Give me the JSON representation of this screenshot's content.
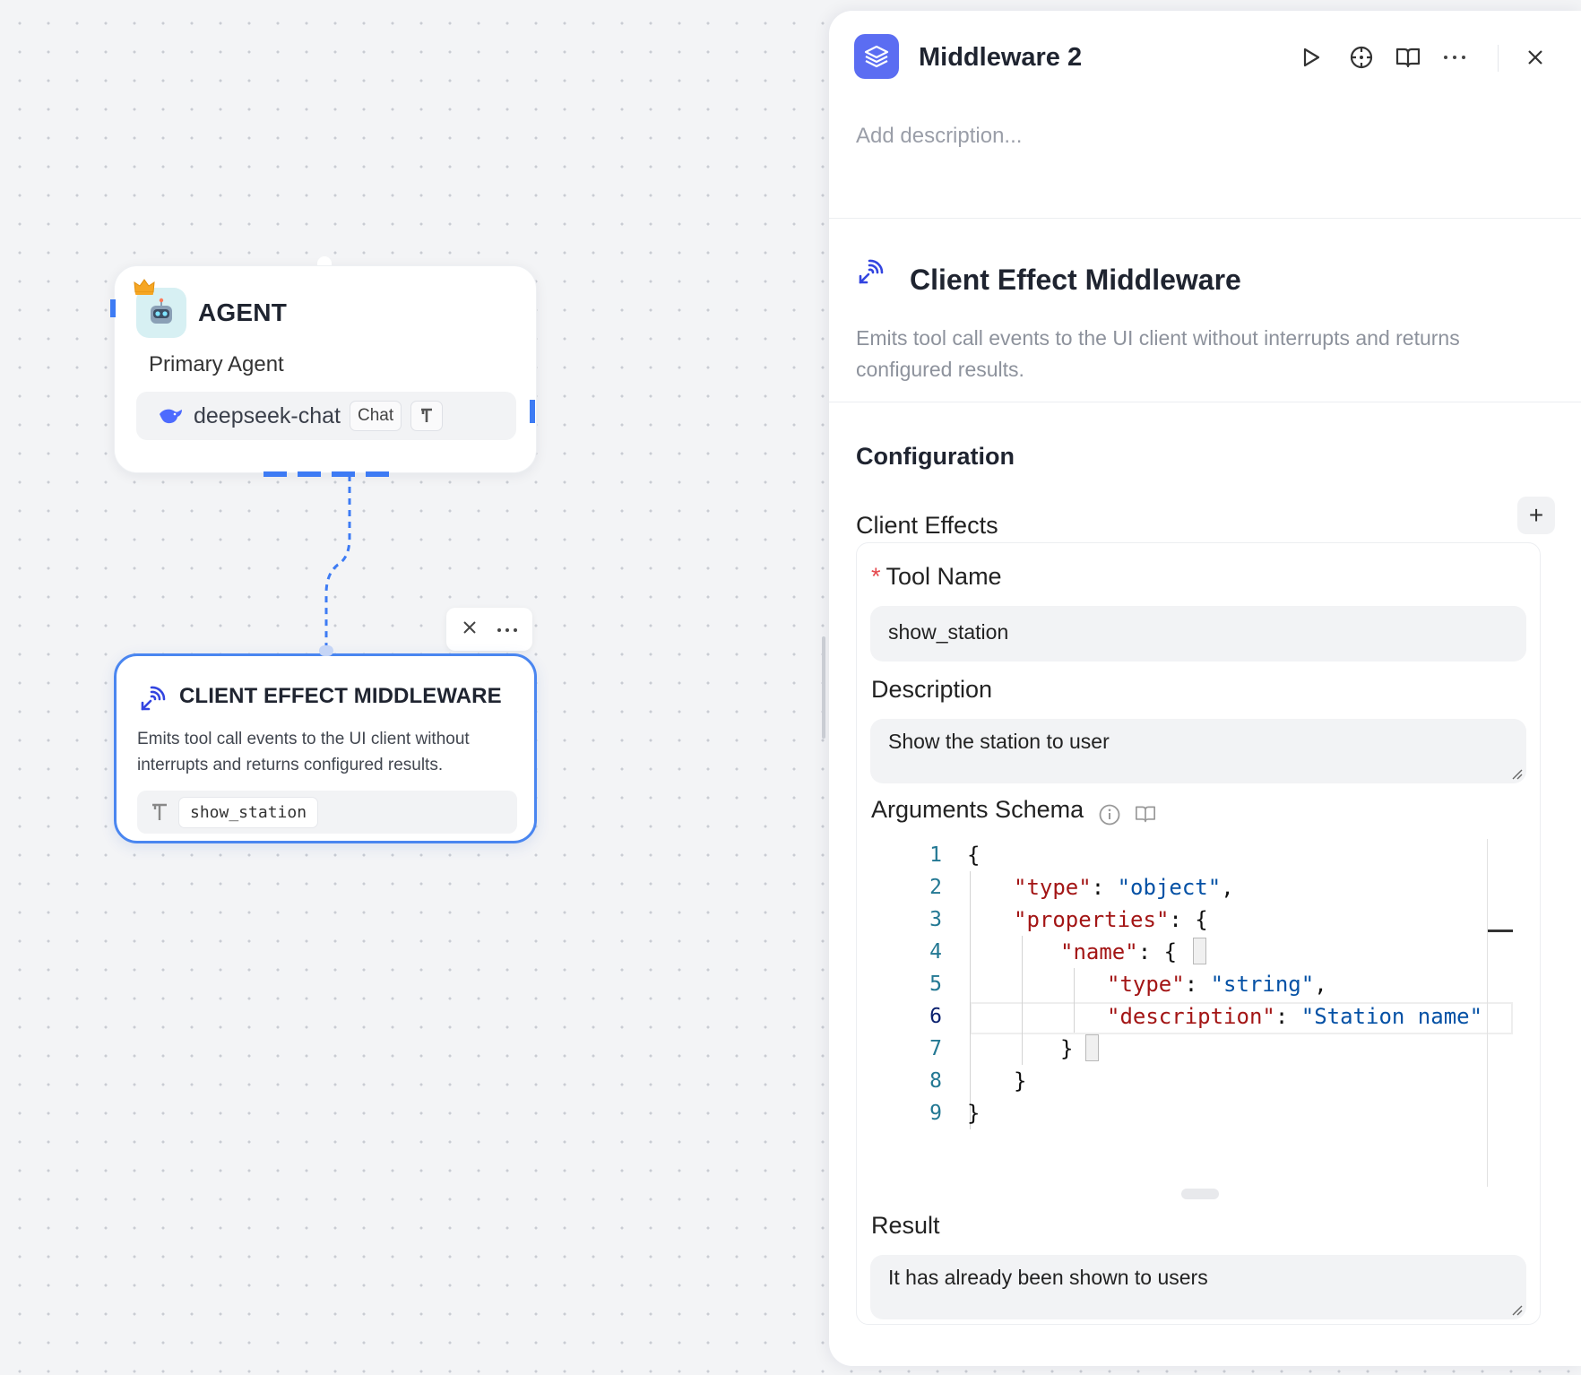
{
  "canvas": {
    "agent_node": {
      "title": "AGENT",
      "subtitle": "Primary Agent",
      "model": "deepseek-chat",
      "model_chip": "Chat"
    },
    "middleware_node": {
      "title": "CLIENT EFFECT MIDDLEWARE",
      "description": "Emits tool call events to the UI client without interrupts and returns configured results.",
      "tool_chip": "show_station"
    }
  },
  "panel": {
    "title": "Middleware 2",
    "description_placeholder": "Add description...",
    "section": {
      "title": "Client Effect Middleware",
      "description": "Emits tool call events to the UI client without interrupts and returns configured results."
    },
    "configuration": {
      "heading": "Configuration",
      "client_effects_label": "Client Effects",
      "add_label": "+",
      "effect": {
        "tool_name_label": "Tool Name",
        "tool_name_required": "*",
        "tool_name_value": "show_station",
        "description_label": "Description",
        "description_value": "Show the station to user",
        "schema_label": "Arguments Schema",
        "schema_line_numbers": [
          "1",
          "2",
          "3",
          "4",
          "5",
          "6",
          "7",
          "8",
          "9"
        ],
        "result_label": "Result",
        "result_value": "It has already been shown to users"
      }
    }
  },
  "colors": {
    "accent": "#3d7bf4",
    "panel_icon_bg": "#5b6df2",
    "required": "#e5484d",
    "json_key": "#a31515",
    "json_string": "#0451a5"
  }
}
